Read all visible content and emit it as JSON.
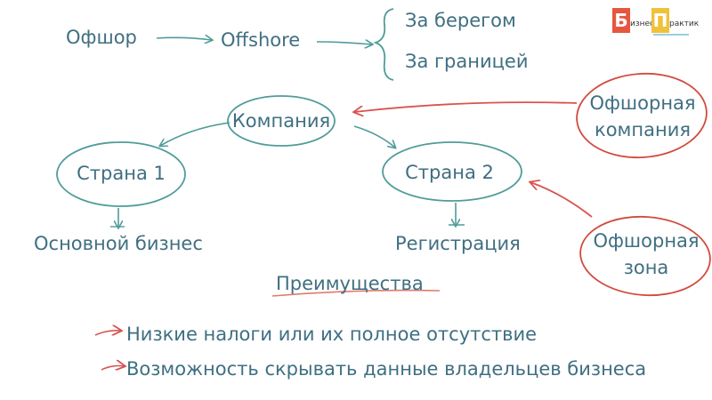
{
  "colors": {
    "text": "#3f6f82",
    "ellipse_teal": "#4f9c9a",
    "ellipse_red": "#d24a3d",
    "arrow_teal": "#4f9c9a",
    "arrow_red": "#d9534f",
    "underline": "#e07a6b",
    "logo_red": "#e5573f",
    "logo_yellow": "#f0c23a"
  },
  "logo": {
    "letter1": "Б",
    "rest1": "изнес",
    "letter2": "П",
    "rest2": "рактик"
  },
  "diagram": {
    "offshore_ru": "Офшор",
    "offshore_en": "Offshore",
    "meaning1": "За берегом",
    "meaning2": "За границей",
    "company": "Компания",
    "country1": "Страна 1",
    "country2": "Страна 2",
    "main_business": "Основной бизнес",
    "registration": "Регистрация",
    "offshore_company_line1": "Офшорная",
    "offshore_company_line2": "компания",
    "offshore_zone_line1": "Офшорная",
    "offshore_zone_line2": "зона"
  },
  "advantages": {
    "title": "Преимущества",
    "items": [
      "Низкие налоги или их полное отсутствие",
      "Возможность скрывать данные владельцев бизнеса"
    ]
  }
}
